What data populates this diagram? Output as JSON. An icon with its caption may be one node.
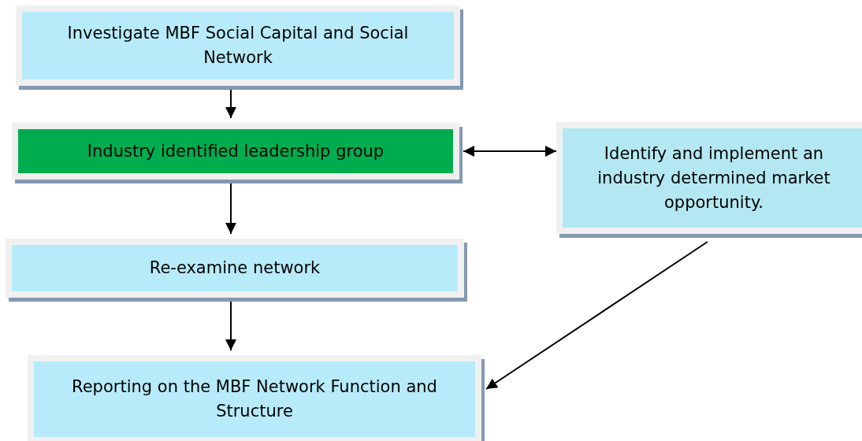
{
  "diagram": {
    "nodes": [
      {
        "text": [
          "Investigate MBF Social Capital and Social Network"
        ]
      },
      {
        "text": [
          "Industry identified leadership group"
        ]
      },
      {
        "text": [
          "Identify and implement an industry determined market opportunity."
        ]
      },
      {
        "text": [
          "Re-examine network"
        ]
      },
      {
        "text": [
          "Reporting on the MBF Network Function and Structure"
        ]
      }
    ],
    "edges": [
      {
        "from": 0,
        "to": 1,
        "arrow": "to"
      },
      {
        "from": 1,
        "to": 2,
        "arrow": "both"
      },
      {
        "from": 1,
        "to": 3,
        "arrow": "to"
      },
      {
        "from": 3,
        "to": 4,
        "arrow": "to"
      },
      {
        "from": 2,
        "to": 4,
        "arrow": "to"
      }
    ]
  }
}
